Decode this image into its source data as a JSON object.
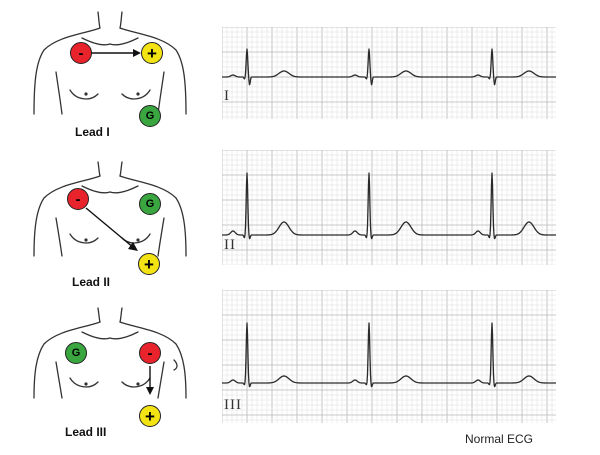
{
  "colors": {
    "negative": "#e8232b",
    "positive": "#f4e312",
    "ground": "#3aa640",
    "grid_minor": "#dcdcdc",
    "grid_major": "#b8b8b8",
    "trace": "#2a2a2a",
    "body_outline": "#333333"
  },
  "panels": [
    {
      "lead_label": "Lead I",
      "neg": "-",
      "pos": "+",
      "ground": "G"
    },
    {
      "lead_label": "Lead II",
      "neg": "-",
      "pos": "+",
      "ground": "G"
    },
    {
      "lead_label": "Lead III",
      "neg": "-",
      "pos": "+",
      "ground": "G"
    }
  ],
  "strips": [
    {
      "label": "I"
    },
    {
      "label": "II"
    },
    {
      "label": "III"
    }
  ],
  "caption": "Normal ECG"
}
